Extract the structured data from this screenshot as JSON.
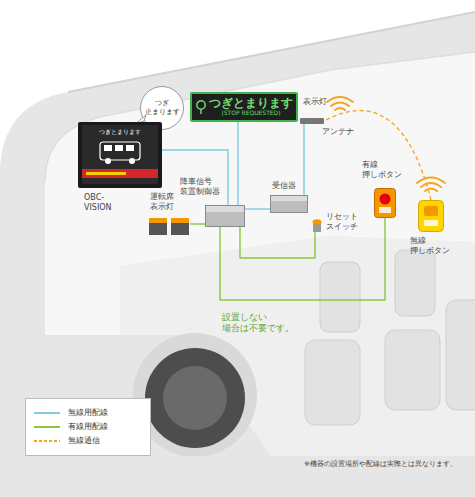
{
  "diagram": {
    "nodes": [
      {
        "text": [
          "つぎ 止まります"
        ]
      },
      {
        "text": [
          "つぎとまります",
          "(STOP REQUESTED)",
          "表示灯"
        ]
      },
      {
        "text": [
          "アンテナ"
        ]
      },
      {
        "text": [
          "つぎとまります",
          "OBC- VISION"
        ]
      },
      {
        "text": [
          "降車信号 装置制御器"
        ]
      },
      {
        "text": [
          "受信器"
        ]
      },
      {
        "text": [
          "運転席 表示灯"
        ]
      },
      {
        "text": [
          "リセット スイッチ"
        ]
      },
      {
        "text": [
          "有線 押しボタン"
        ]
      },
      {
        "text": [
          "無線 押しボタン"
        ]
      }
    ],
    "edges": [
      {
        "from": 3,
        "to": 4,
        "arrow": "none"
      },
      {
        "from": 1,
        "to": 4,
        "arrow": "none"
      },
      {
        "from": 2,
        "to": 5,
        "arrow": "none"
      },
      {
        "from": 5,
        "to": 4,
        "arrow": "none"
      },
      {
        "from": 6,
        "to": 4,
        "arrow": "none"
      },
      {
        "from": 4,
        "to": 7,
        "arrow": "none"
      },
      {
        "from": 4,
        "to": 8,
        "arrow": "none"
      },
      {
        "from": 9,
        "to": 2,
        "arrow": "none"
      }
    ],
    "labels": [
      "設置しない 場合は不要です。",
      "※機器の設置場所や配線は実際とは異なります。"
    ],
    "legend": [
      {
        "text": "無線用配線"
      },
      {
        "text": "有線用配線"
      },
      {
        "text": "無線通信"
      }
    ]
  }
}
